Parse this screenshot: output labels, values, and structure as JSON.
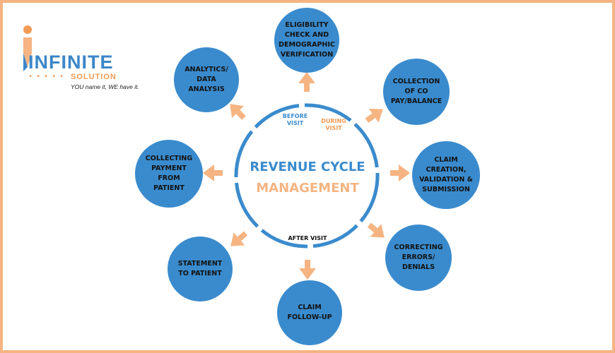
{
  "logo": {
    "name": "INFINITE",
    "sub": "SOLUTION",
    "dots": "• • • • •",
    "tagline": "YOU name it, WE have it."
  },
  "center": {
    "line1": "REVENUE CYCLE",
    "line2": "MANAGEMENT"
  },
  "phases": {
    "before": "BEFORE\nVISIT",
    "during": "DURING\nVISIT",
    "after": "AFTER VISIT"
  },
  "nodes": [
    {
      "id": "eligibility",
      "label": "ELIGIBILITY\nCHECK AND\nDEMOGRAPHIC\nVERIFICATION"
    },
    {
      "id": "copay",
      "label": "COLLECTION\nOF CO\nPAY/BALANCE"
    },
    {
      "id": "claim-creation",
      "label": "CLAIM CREATION,\nVALIDATION &\nSUBMISSION"
    },
    {
      "id": "correcting",
      "label": "CORRECTING\nERRORS/\nDENIALS"
    },
    {
      "id": "follow-up",
      "label": "CLAIM\nFOLLOW-UP"
    },
    {
      "id": "statement",
      "label": "STATEMENT\nTO PATIENT"
    },
    {
      "id": "collecting",
      "label": "COLLECTING\nPAYMENT\nFROM\nPATIENT"
    },
    {
      "id": "analytics",
      "label": "ANALYTICS/\nDATA\nANALYSIS"
    }
  ],
  "colors": {
    "blue": "#3a8bcd",
    "orange": "#f5b482",
    "frame": "#f5b482",
    "text_orange": "#f39b55"
  }
}
